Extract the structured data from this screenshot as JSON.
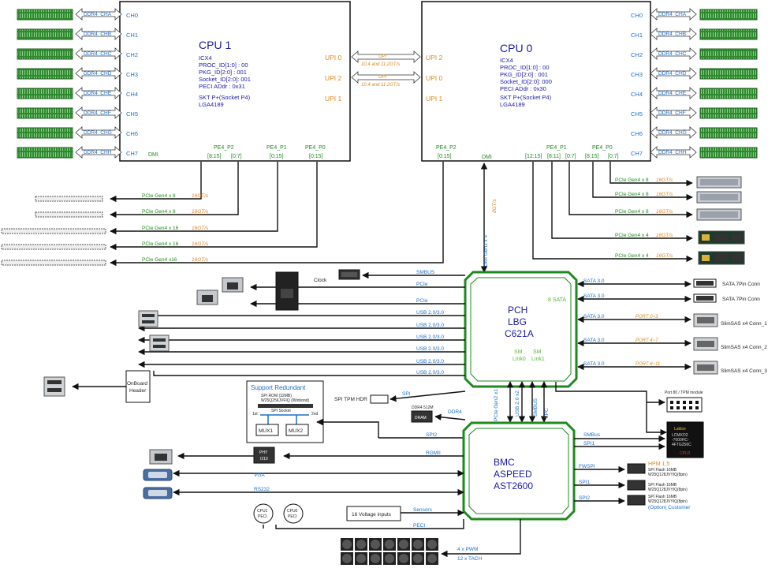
{
  "cpu1": {
    "title": "CPU 1",
    "info": [
      "ICX4",
      "PROC_ID[1:0] : 00",
      "PKG_ID[2:0] : 001",
      "Socket_ID[2:0]: 001",
      "PECI ADdr : 0x31"
    ],
    "skt": [
      "SKT P+(Socket P4)",
      "LGA4189"
    ],
    "upi": [
      "UPI 0",
      "UPI 2",
      "UPI 1"
    ],
    "dmi": "DMI",
    "pe_ports": [
      "PE4_P2",
      "PE4_P1",
      "PE4_P0"
    ],
    "pe_lanes": [
      "[8:15]",
      "[0:7]",
      "[0:15]",
      "[0:15]"
    ]
  },
  "cpu0": {
    "title": "CPU 0",
    "info": [
      "ICX4",
      "PROC_ID[1:0] : 00",
      "PKG_ID[2:0] : 001",
      "Socket_ID[2:0]: 000",
      "PECI ADdr : 0x30"
    ],
    "skt": [
      "SKT P+(Socket P4)",
      "LGA4189"
    ],
    "upi": [
      "UPI 2",
      "UPI 0",
      "UPI 1"
    ],
    "dmi": "DMI",
    "pe_ports": [
      "PE4_P2",
      "PE4_P1",
      "PE4_P0"
    ],
    "pe_lanes": [
      "[0:15]",
      "[12:15]",
      "[8:11]",
      "[0:7]",
      "[8:15]",
      "[0:7]"
    ]
  },
  "channels": [
    "CH0",
    "CH1",
    "CH2",
    "CH3",
    "CH4",
    "CH5",
    "CH6",
    "CH7"
  ],
  "ddr_labels": [
    "DDR4_CHA",
    "DDR4_CHB",
    "DDR4_CHC",
    "DDR4_CHD",
    "DDR4_CHE",
    "DDR4_CHF",
    "DDR4_CHG",
    "DDR4_CHH"
  ],
  "upi_links": {
    "label": "UPI",
    "speed": "10.4 and 11.2GT/s"
  },
  "left_pcie": [
    {
      "label": "PCIe Gen4 x 8",
      "speed": "16GT/s"
    },
    {
      "label": "PCIe Gen4 x 8",
      "speed": "16GT/s"
    },
    {
      "label": "PCIe Gen4 x 16",
      "speed": "16GT/s"
    },
    {
      "label": "PCIe Gen4 x 16",
      "speed": "16GT/s"
    },
    {
      "label": "PCIe Gen4 x16",
      "speed": "16GT/s"
    }
  ],
  "right_pcie": [
    {
      "label": "PCIe Gen4 x 8",
      "speed": "16GT/s"
    },
    {
      "label": "PCIe Gen4 x 8",
      "speed": "16GT/s"
    },
    {
      "label": "PCIe Gen4 x 8",
      "speed": "16GT/s"
    },
    {
      "label": "PCIe Gen4 x 4",
      "speed": "16GT/s"
    },
    {
      "label": "PCIe Gen4 x 4",
      "speed": "16GT/s"
    }
  ],
  "dmi_link": {
    "label": "DMI Gen3 x 4",
    "speed": "8GT/s"
  },
  "pch": {
    "title": [
      "PCH",
      "LBG",
      "C621A"
    ],
    "sata_label": "8 SATA",
    "links": [
      "SM",
      "SM",
      "Link0",
      "Link1"
    ],
    "left_buses": [
      "SMBUS",
      "PCIe",
      "PCIe",
      "USB 2.0/3.0",
      "USB 2.0/3.0",
      "USB 2.0/3.0",
      "USB 2.0/3.0",
      "USB 2.0/3.0",
      "USB 2.0/3.0"
    ],
    "clock": "Clock",
    "bottom_buses": [
      "PCIe Gen2 x1",
      "USB 2.0 x2",
      "SMBUS",
      "LPC"
    ]
  },
  "storage": [
    {
      "bus": "SATA 3.0",
      "port": "",
      "conn": "SATA 7Pin Conn"
    },
    {
      "bus": "SATA 3.0",
      "port": "",
      "conn": "SATA 7Pin Conn"
    },
    {
      "bus": "SATA 3.0",
      "port": "PORT 0~3",
      "conn": "SlimSAS x4 Conn_1"
    },
    {
      "bus": "SATA 3.0",
      "port": "PORT 4~7",
      "conn": "SlimSAS x4 Conn_2"
    },
    {
      "bus": "SATA 3.0",
      "port": "PORT 8~11",
      "conn": "SlimSAS x4 Conn_3"
    }
  ],
  "onboard_header": [
    "OnBoard",
    "Header"
  ],
  "support_redundant": {
    "title": "Support Redundant",
    "lines": [
      "SPI ROM (32MB)",
      "W25Q256JVFIQ (Winbond)"
    ],
    "socket": "SPI Socket",
    "mux": [
      "MUX1",
      "MUX2"
    ],
    "ends": [
      "1st",
      "2nd"
    ]
  },
  "spi_tpm": {
    "label": "SPI TPM HDR",
    "bus": "SPI"
  },
  "dram": {
    "label": "DRAM",
    "spec": "DDR4 512M",
    "bus": "DDR4"
  },
  "bmc": {
    "title": [
      "BMC",
      "ASPEED",
      "AST2600"
    ],
    "left_buses": [
      "SPI2",
      "RGMII",
      "VGA",
      "RS232",
      "Sensors",
      "PECI"
    ],
    "right_buses": [
      "SMBus",
      "SPI1",
      "FWSPI",
      "SPI1",
      "SPI2"
    ],
    "pwm": [
      "4 x PWM",
      "12 x TACH"
    ]
  },
  "port80": "Port 80 / TPM module",
  "cpld": {
    "brand": "Lattice",
    "lines": [
      "LCMXO2",
      "-7000HC-",
      "4FTG256C"
    ],
    "tag": "CPLD"
  },
  "flash": [
    {
      "lines": [
        "SPI Flash 16MB",
        "W25Q128JVYIQ(8pin)"
      ],
      "hpm": "HPM 1.5",
      "cust": ""
    },
    {
      "lines": [
        "SPI Flash 16MB",
        "W25Q128JVYIQ(8pin)"
      ],
      "hpm": "",
      "cust": ""
    },
    {
      "lines": [
        "SPI Flash 16MB",
        "W25Q128JVYIQ(8pin)"
      ],
      "hpm": "",
      "cust": "(Option) Customer"
    }
  ],
  "phy": {
    "label": "PHY",
    "sub": "I210"
  },
  "voltage_box": "16 Voltage inputs",
  "cpu_peci": [
    {
      "title": "CPU1",
      "sub": "PECI"
    },
    {
      "title": "CPU0",
      "sub": "PECI"
    }
  ],
  "colors": {
    "cpu_border": "#111111",
    "pch_border": "#1e8a1e",
    "bus_blue": "#1c6fc9",
    "speed_orange": "#e0871b",
    "dimm_green": "#2f8a2f"
  }
}
